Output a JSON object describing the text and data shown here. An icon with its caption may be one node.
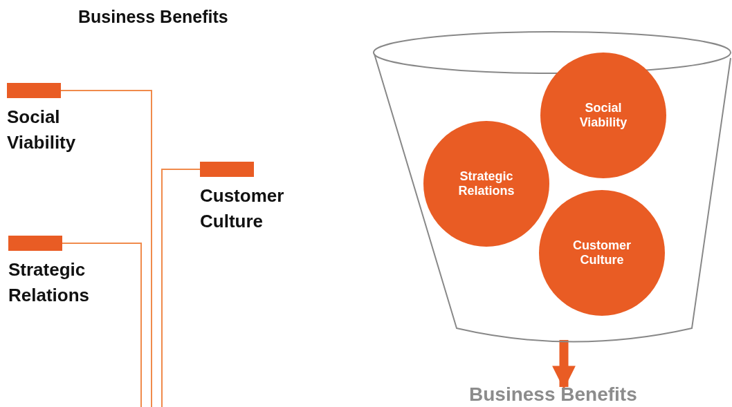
{
  "diagram": {
    "title": "Business Benefits",
    "nodes": [
      {
        "text": [
          "Social Viability"
        ]
      },
      {
        "text": [
          "Customer Culture"
        ]
      },
      {
        "text": [
          "Strategic Relations"
        ]
      },
      {
        "text": [],
        "shape": "funnel"
      },
      {
        "text": [
          "Social Viability"
        ],
        "in": 3
      },
      {
        "text": [
          "Strategic Relations"
        ],
        "in": 3
      },
      {
        "text": [
          "Customer Culture"
        ],
        "in": 3
      },
      {
        "text": [
          "Business Benefits"
        ]
      }
    ],
    "edges": [
      {
        "from": 0,
        "to": null,
        "arrow": "none"
      },
      {
        "from": 1,
        "to": null,
        "arrow": "none"
      },
      {
        "from": 2,
        "to": null,
        "arrow": "none"
      },
      {
        "from": 3,
        "to": 7,
        "arrow": "to",
        "style": "thick",
        "color": "#e95c24"
      }
    ]
  }
}
